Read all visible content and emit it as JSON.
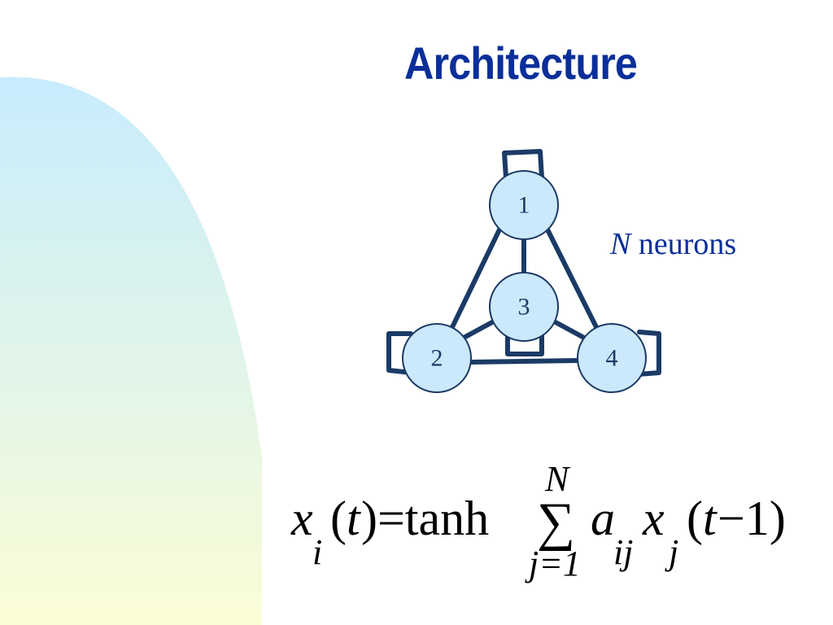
{
  "slide": {
    "title": "Architecture",
    "caption": {
      "variable": "N",
      "text": " neurons"
    }
  },
  "network": {
    "nodes": [
      {
        "id": "1",
        "label": "1"
      },
      {
        "id": "2",
        "label": "2"
      },
      {
        "id": "3",
        "label": "3"
      },
      {
        "id": "4",
        "label": "4"
      }
    ],
    "edges": [
      [
        "1",
        "2"
      ],
      [
        "1",
        "4"
      ],
      [
        "1",
        "3"
      ],
      [
        "2",
        "3"
      ],
      [
        "3",
        "4"
      ],
      [
        "2",
        "4"
      ]
    ],
    "self_loops": [
      "1",
      "2",
      "3",
      "4"
    ]
  },
  "formula": {
    "x": "x",
    "i": "i",
    "open_t": "(",
    "t": "t",
    "close_eq": ")=tanh",
    "sum": "∑",
    "upper": "N",
    "lower": "j=1",
    "a": "a",
    "ij": "ij",
    "x2": "x",
    "j": "j",
    "paren_t": "(",
    "t2": "t",
    "minus_one": "−1)"
  },
  "colors": {
    "title": "#0a2f9a",
    "node_fill": "#cce8fb",
    "edge": "#1b3a66",
    "gradient_top": "#c8ecfd",
    "gradient_bottom": "#fbfdd6"
  }
}
